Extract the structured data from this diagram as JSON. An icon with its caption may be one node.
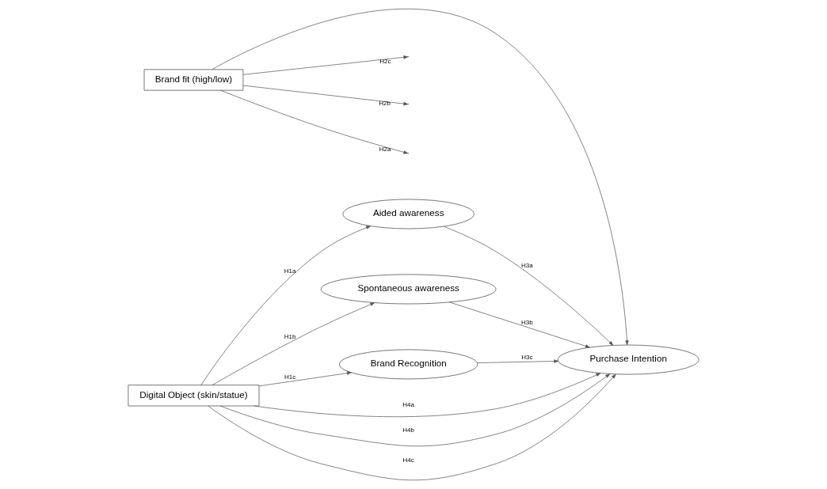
{
  "diagram": {
    "nodes": [
      {
        "text": [
          "Brand fit (high/low)"
        ]
      },
      {
        "text": [
          "Digital Object (skin/statue)"
        ]
      },
      {
        "text": [
          "Aided awareness"
        ]
      },
      {
        "text": [
          "Spontaneous awareness"
        ]
      },
      {
        "text": [
          "Brand Recognition"
        ]
      },
      {
        "text": [
          "Purchase Intention"
        ]
      }
    ],
    "edges": [
      {
        "from": 1,
        "to": 2,
        "arrow": "to",
        "label": "H1a"
      },
      {
        "from": 1,
        "to": 3,
        "arrow": "to",
        "label": "H1b"
      },
      {
        "from": 1,
        "to": 4,
        "arrow": "to",
        "label": "H1c"
      },
      {
        "from": 0,
        "to": null,
        "arrow": "to",
        "label": "H2a"
      },
      {
        "from": 0,
        "to": null,
        "arrow": "to",
        "label": "H2b"
      },
      {
        "from": 0,
        "to": null,
        "arrow": "to",
        "label": "H2c"
      },
      {
        "from": 2,
        "to": 5,
        "arrow": "to",
        "label": "H3a"
      },
      {
        "from": 3,
        "to": 5,
        "arrow": "to",
        "label": "H3b"
      },
      {
        "from": 4,
        "to": 5,
        "arrow": "to",
        "label": "H3c"
      },
      {
        "from": 1,
        "to": 5,
        "arrow": "to",
        "label": "H4a"
      },
      {
        "from": 1,
        "to": 5,
        "arrow": "to",
        "label": "H4b"
      },
      {
        "from": 0,
        "to": 5,
        "arrow": "to"
      },
      {
        "from": 1,
        "to": 5,
        "arrow": "to",
        "label": "H4c"
      }
    ]
  }
}
